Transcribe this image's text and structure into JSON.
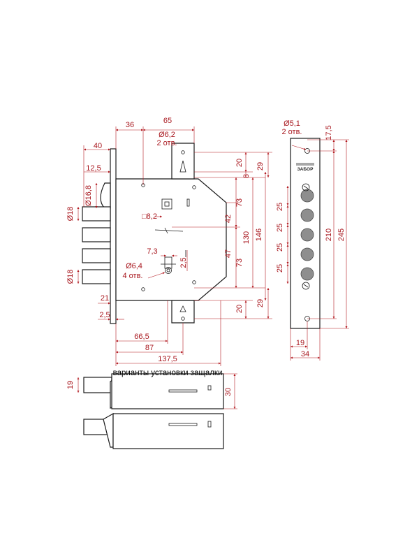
{
  "caption": "варианты установки защалки",
  "logo_text": "ЗАБОР",
  "dimensions": {
    "d40": "40",
    "d36": "36",
    "d65": "65",
    "d12_5": "12,5",
    "hole_62": "Ø6,2",
    "holes_2_a": "2 отв.",
    "d20_top": "20",
    "d8": "8",
    "d29_top": "29",
    "d16_8": "Ø16,8",
    "d18_top": "Ø18",
    "sq_8_2": "□8,2",
    "d73_a": "73",
    "d42": "42",
    "d130": "130",
    "d146": "146",
    "d7_3": "7,3",
    "d47": "47",
    "d73_b": "73",
    "hole_64": "Ø6,4",
    "holes_4": "4 отв.",
    "d2_5_in": "2,5",
    "d18_bot": "Ø18",
    "d21": "21",
    "d2_5": "2,5",
    "d20_bot": "20",
    "d29_bot": "29",
    "d66_5": "66,5",
    "d87": "87",
    "d137_5": "137,5",
    "hole_51": "Ø5,1",
    "holes_2_b": "2 отв.",
    "d17_5": "17,5",
    "d25_1": "25",
    "d25_2": "25",
    "d25_3": "25",
    "d25_4": "25",
    "d210": "210",
    "d245": "245",
    "d19_plate": "19",
    "d34": "34",
    "d19_latch": "19",
    "d30": "30"
  }
}
